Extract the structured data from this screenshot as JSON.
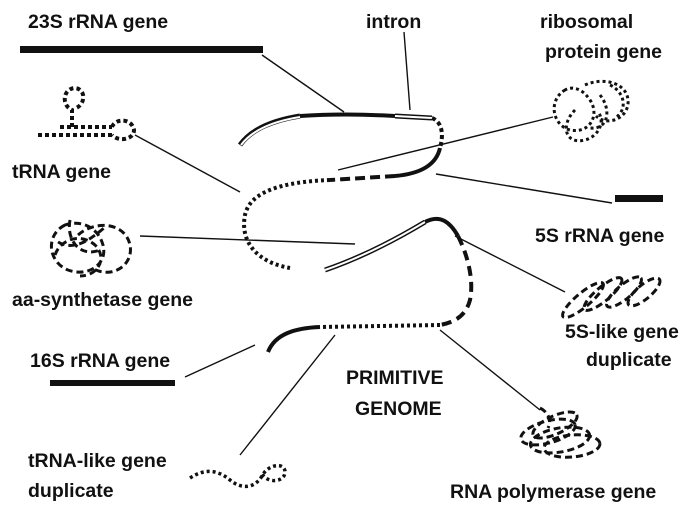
{
  "diagram": {
    "center_label": [
      "PRIMITIVE",
      "GENOME"
    ],
    "labels": {
      "rrna_23s": "23S rRNA gene",
      "intron": "intron",
      "ribosomal_protein": [
        "ribosomal",
        "protein gene"
      ],
      "trna": "tRNA gene",
      "rrna_5s": "5S rRNA gene",
      "aa_synthetase": "aa-synthetase gene",
      "five_s_like": [
        "5S-like gene",
        "duplicate"
      ],
      "rrna_16s": "16S rRNA gene",
      "trna_like": [
        "tRNA-like gene",
        "duplicate"
      ],
      "rna_polymerase": "RNA polymerase gene"
    },
    "colors": {
      "ink": "#111111",
      "background": "#ffffff"
    }
  }
}
